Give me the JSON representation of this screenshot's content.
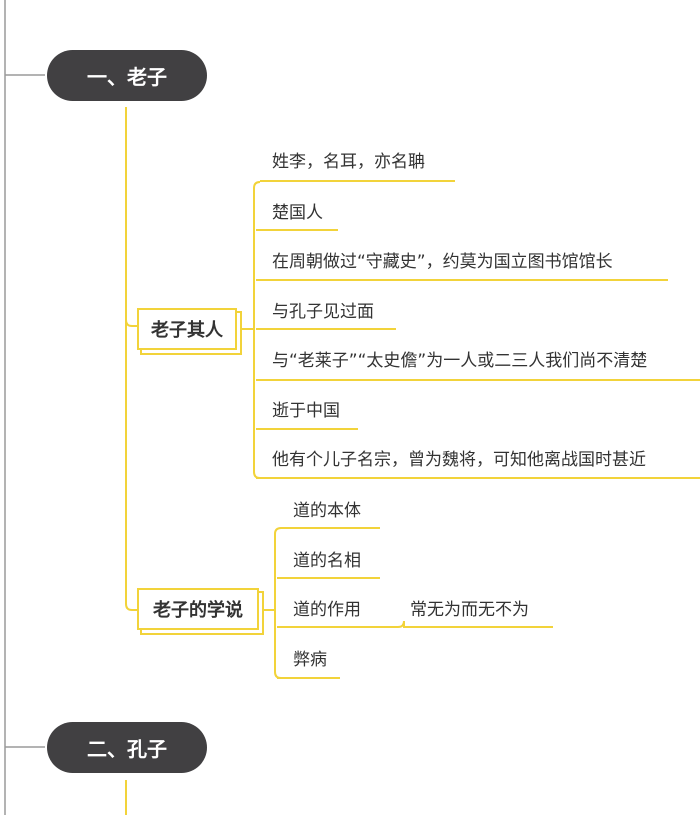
{
  "colors": {
    "pill": "#414042",
    "branch": "#f2d33a",
    "trunk": "#999999"
  },
  "topics": [
    {
      "title": "一、老子",
      "subtopics": [
        {
          "title": "老子其人",
          "items": [
            "姓李，名耳，亦名聃",
            "楚国人",
            "在周朝做过“守藏史”，约莫为国立图书馆馆长",
            "与孔子见过面",
            "与“老莱子”“太史儋”为一人或二三人我们尚不清楚",
            "逝于中国",
            "他有个儿子名宗，曾为魏将，可知他离战国时甚近"
          ]
        },
        {
          "title": "老子的学说",
          "items": [
            "道的本体",
            "道的名相",
            "道的作用",
            "弊病"
          ],
          "extra": "常无为而无不为"
        }
      ]
    },
    {
      "title": "二、孔子"
    }
  ]
}
